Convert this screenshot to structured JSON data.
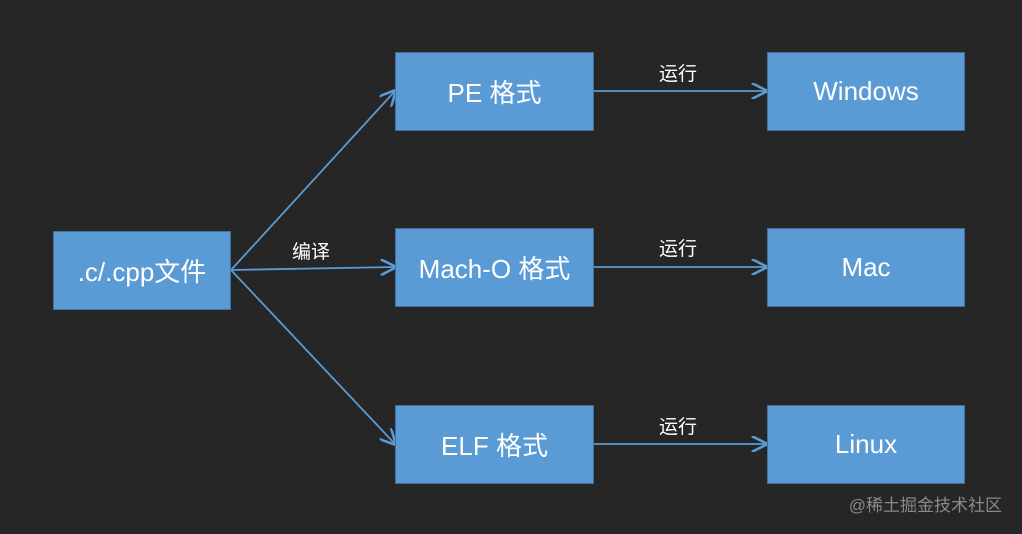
{
  "nodes": {
    "source": ".c/.cpp文件",
    "pe": "PE 格式",
    "macho": "Mach-O 格式",
    "elf": "ELF 格式",
    "windows": "Windows",
    "mac": "Mac",
    "linux": "Linux"
  },
  "edge_labels": {
    "compile": "编译",
    "run_windows": "运行",
    "run_mac": "运行",
    "run_linux": "运行"
  },
  "watermark": "@稀土掘金技术社区",
  "colors": {
    "background": "#262626",
    "node_fill": "#5b9bd5",
    "node_border": "#41719c",
    "arrow": "#5b9bd5",
    "text": "#ffffff"
  }
}
